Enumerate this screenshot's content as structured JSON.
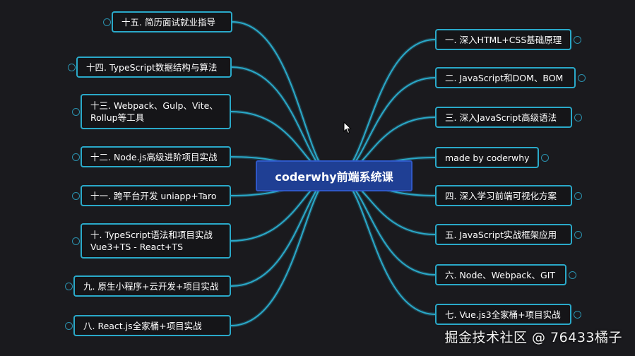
{
  "mindmap": {
    "center": {
      "label": "coderwhy前端系统课"
    },
    "left": [
      {
        "label": "十五. 简历面试就业指导"
      },
      {
        "label": "十四. TypeScript数据结构与算法"
      },
      {
        "label": "十三. Webpack、Gulp、Vite、Rollup等工具"
      },
      {
        "label": "十二. Node.js高级进阶项目实战"
      },
      {
        "label": "十一. 跨平台开发 uniapp+Taro"
      },
      {
        "label": "十. TypeScript语法和项目实战 Vue3+TS - React+TS"
      },
      {
        "label": "九. 原生小程序+云开发+项目实战"
      },
      {
        "label": "八. React.js全家桶+项目实战"
      }
    ],
    "right": [
      {
        "label": "一. 深入HTML+CSS基础原理"
      },
      {
        "label": "二. JavaScript和DOM、BOM"
      },
      {
        "label": "三. 深入JavaScript高级语法"
      },
      {
        "label": "made by coderwhy"
      },
      {
        "label": "四. 深入学习前端可视化方案"
      },
      {
        "label": "五. JavaScript实战框架应用"
      },
      {
        "label": "六. Node、Webpack、GIT"
      },
      {
        "label": "七. Vue.js3全家桶+项目实战"
      }
    ],
    "colors": {
      "link": "#2aa9c9",
      "center_bg": "#1f3f94",
      "background": "#1a1a1e"
    }
  },
  "watermark": {
    "text": "掘金技术社区 @ 76433橘子"
  },
  "icons": {
    "cursor": "mouse-pointer-icon",
    "badge": "count-badge"
  }
}
